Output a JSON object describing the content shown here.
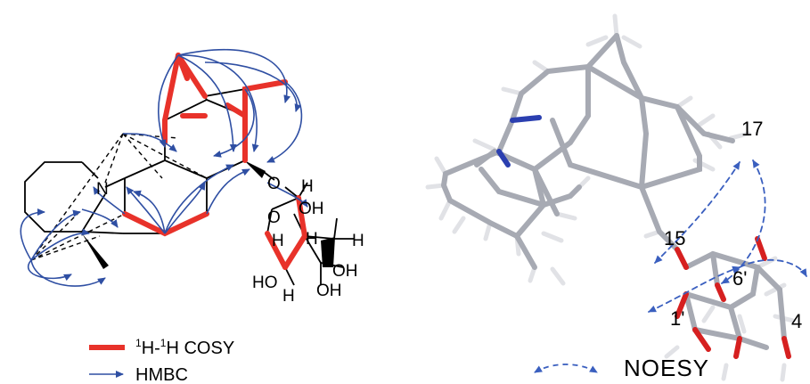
{
  "colors": {
    "cosy": "#e8322a",
    "hmbc": "#2f4fa3",
    "noesy": "#3a5fbf",
    "bond": "#000000",
    "model_carbon": "#a7aab3",
    "model_hydrogen": "#e1e2e6",
    "model_nitrogen": "#2b3fb0",
    "model_oxygen": "#d62020"
  },
  "structure_2d": {
    "atom_N": "N",
    "atom_O": "O",
    "ring_O": "O",
    "H_labels": [
      "H",
      "H",
      "H",
      "H",
      "H"
    ],
    "OH_labels": [
      "OH",
      "OH",
      "OH"
    ],
    "HO_labels": [
      "HO"
    ]
  },
  "legend": {
    "cosy_label_sup1": "1",
    "cosy_label_h1": "H-",
    "cosy_label_sup2": "1",
    "cosy_label_h2": "H COSY",
    "hmbc_label": "HMBC",
    "noesy_label": "NOESY"
  },
  "model_3d": {
    "labels": [
      "17",
      "15",
      "6'",
      "1'",
      "4"
    ]
  }
}
